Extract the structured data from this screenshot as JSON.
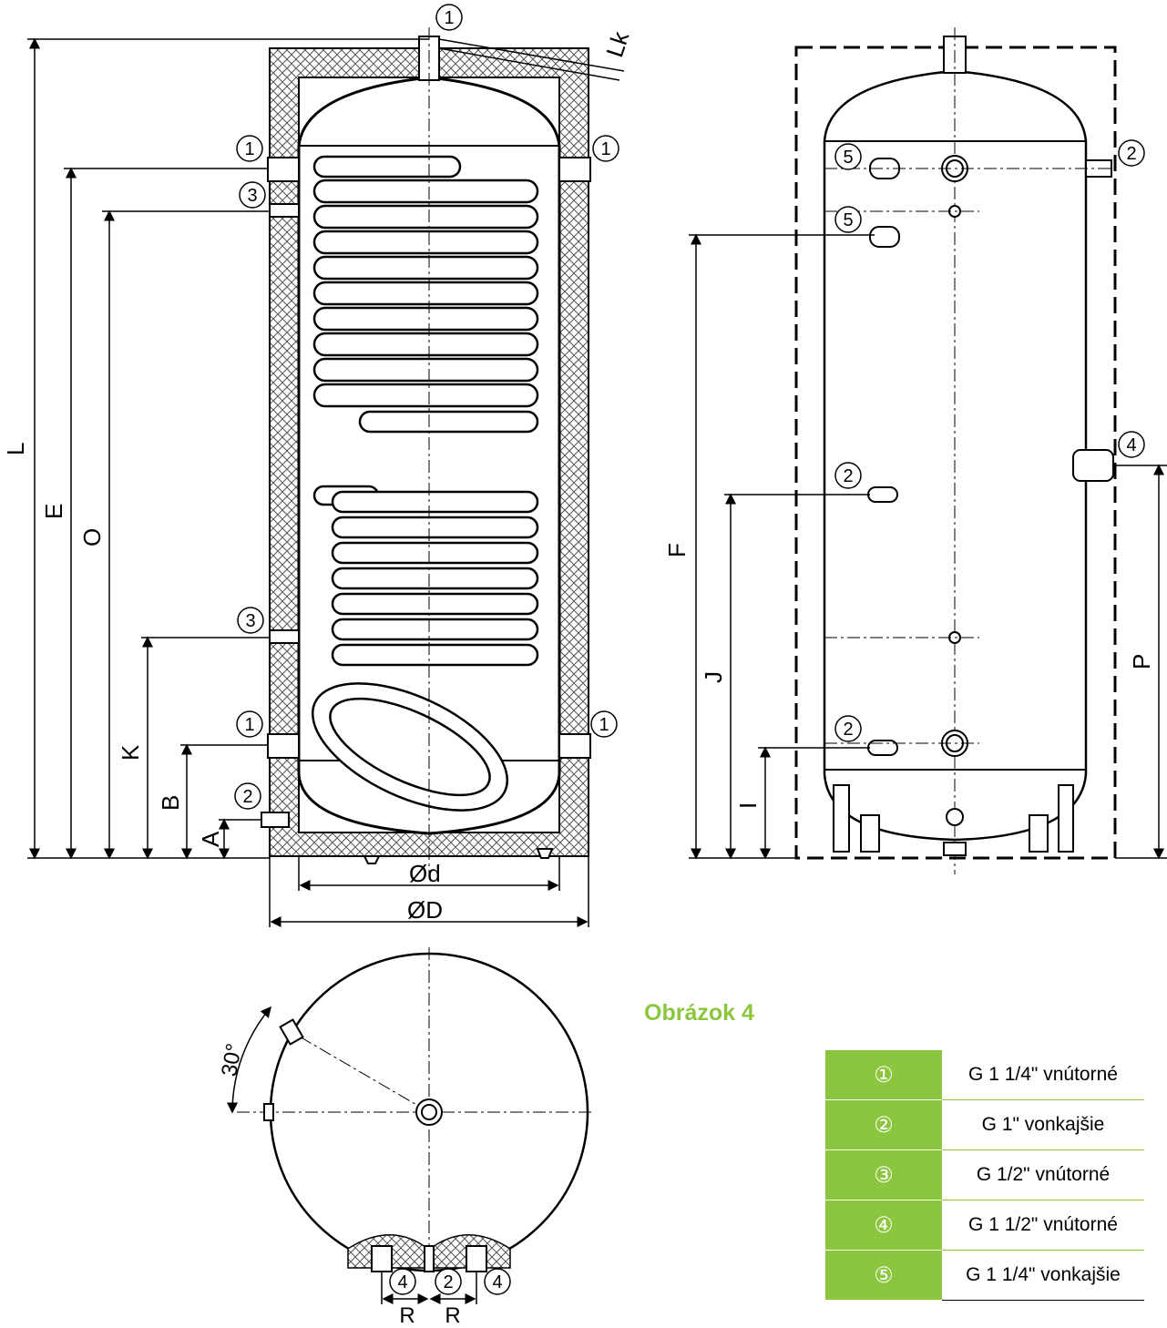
{
  "labels": {
    "L": "L",
    "E": "E",
    "O": "O",
    "K": "K",
    "B": "B",
    "A": "A",
    "F": "F",
    "J": "J",
    "I": "I",
    "P": "P",
    "Lk": "Lk",
    "d": "Ød",
    "D": "ØD",
    "R": "R",
    "angle": "30°"
  },
  "markers": {
    "one": "1",
    "two": "2",
    "three": "3",
    "four": "4",
    "five": "5"
  },
  "caption": "Obrázok 4",
  "legend": [
    {
      "symbol": "①",
      "text": "G 1 1/4\" vnútorné"
    },
    {
      "symbol": "②",
      "text": "G 1\" vonkajšie"
    },
    {
      "symbol": "③",
      "text": "G 1/2\" vnútorné"
    },
    {
      "symbol": "④",
      "text": "G 1 1/2\" vnútorné"
    },
    {
      "symbol": "⑤",
      "text": "G 1 1/4\" vonkajšie"
    }
  ],
  "colors": {
    "accent": "#8cc63f",
    "line": "#000000"
  }
}
